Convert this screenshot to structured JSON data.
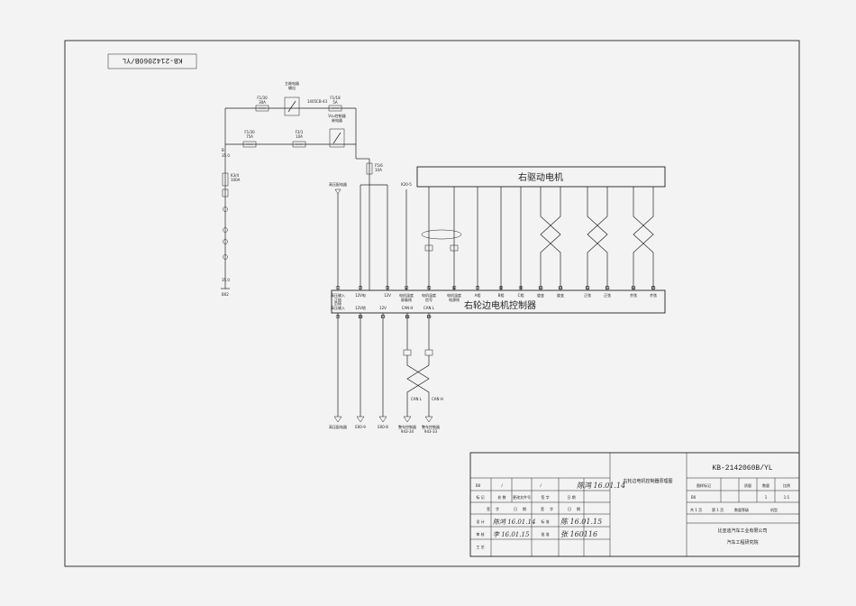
{
  "drawing_number": "KB-2142060B/YL",
  "drawing_number_rotated": "KB-2142060B/YL",
  "drive_motor": {
    "title": "右驱动电机"
  },
  "controller": {
    "title": "右轮边电机控制器"
  },
  "fuses": [
    {
      "id": "fuse-1",
      "label": "F1/30",
      "rating": "30A"
    },
    {
      "id": "fuse-2",
      "label": "F1/18",
      "rating": "5A"
    },
    {
      "id": "fuse-3",
      "label": "F1/30",
      "rating": "75A"
    },
    {
      "id": "fuse-4",
      "label": "F3/1",
      "rating": "10A"
    },
    {
      "id": "fuse-5",
      "label": "F5/6",
      "rating": "10A"
    },
    {
      "id": "fuse-6",
      "label": "K3/4",
      "rating": "100A"
    }
  ],
  "relays": [
    {
      "id": "relay-main",
      "label": "主继电器",
      "sub": "输出"
    },
    {
      "id": "relay-ctrl",
      "label": "Vcu控制器",
      "sub": "继电器"
    }
  ],
  "wire_labels": {
    "battery_in": "B",
    "battery_size": "35.0",
    "cbl_1": "1405CB-43",
    "ground_size": "35.0",
    "ground": "B02",
    "high_voltage": "高压配电器",
    "can_node": "K20-5"
  },
  "controller_pins_top": [
    {
      "num": "1",
      "label": "高压输入",
      "sub": "正极"
    },
    {
      "num": "2",
      "label": "12V电"
    },
    {
      "num": "3",
      "label": "12V"
    },
    {
      "num": "4",
      "label": "电机温度",
      "sub": "屏蔽线"
    },
    {
      "num": "5",
      "label": "电机温度",
      "sub": "信号"
    },
    {
      "num": "6",
      "label": "电机温度",
      "sub": "电源线"
    },
    {
      "num": "7",
      "label": "A相"
    },
    {
      "num": "8",
      "label": "B相"
    },
    {
      "num": "9",
      "label": "C相"
    },
    {
      "num": "10",
      "label": "旋变"
    },
    {
      "num": "11",
      "label": "旋变"
    },
    {
      "num": "12",
      "label": "正弦"
    },
    {
      "num": "13",
      "label": "正弦"
    },
    {
      "num": "14",
      "label": "余弦"
    },
    {
      "num": "15",
      "label": "余弦"
    }
  ],
  "controller_pins_bottom": [
    {
      "num": "2",
      "label": "高压输入",
      "sub": "负极"
    },
    {
      "num": "16",
      "label": "12V地"
    },
    {
      "num": "17",
      "label": "12V"
    },
    {
      "num": "18",
      "label": "CAN H"
    },
    {
      "num": "19",
      "label": "CAN L"
    }
  ],
  "bottom_terminals": [
    {
      "id": "term-1",
      "label": "高压配电器"
    },
    {
      "id": "term-2",
      "label": "E00-9"
    },
    {
      "id": "term-3",
      "label": "E00-8"
    },
    {
      "id": "term-4",
      "label": "整车控制器",
      "sub": "943-34"
    },
    {
      "id": "term-5",
      "label": "整车控制器",
      "sub": "943-33"
    }
  ],
  "can_labels": {
    "low": "CAN L",
    "high": "CAN H"
  },
  "title_block": {
    "drawing_title": "右轮边电机控制器原理图",
    "drawing_number": "KB-2142060B/YL",
    "revision_row": {
      "col1": "B0",
      "col2": "/",
      "col3": "/"
    },
    "headers": [
      "标 记",
      "处 数",
      "更改文件号",
      "签 字",
      "日 期"
    ],
    "sign_row": [
      "签",
      "字",
      "日",
      "期",
      "签",
      "字",
      "日",
      "期"
    ],
    "roles": [
      "设 计",
      "审 核",
      "工 艺"
    ],
    "role_right": [
      "标 准",
      "批 准"
    ],
    "sheet_cols": [
      "图样标记",
      "质量",
      "数量",
      "比例"
    ],
    "sheet_vals": {
      "mark": "B0",
      "mass": "",
      "qty": "1",
      "scale": "1:1"
    },
    "sheet_info": {
      "total": "共 1 页",
      "current": "第 1 页",
      "type": "数量等级",
      "model": "机型"
    },
    "company": "比亚迪汽车工业有限公司",
    "institute": "汽车工程研究院",
    "signatures": {
      "rev": "陈鸿 16.01.14",
      "designer": "陈鸿 16.01.14",
      "reviewer": "李 16.01.15",
      "standard": "陈 16.01.15",
      "approve": "张 160116"
    }
  }
}
